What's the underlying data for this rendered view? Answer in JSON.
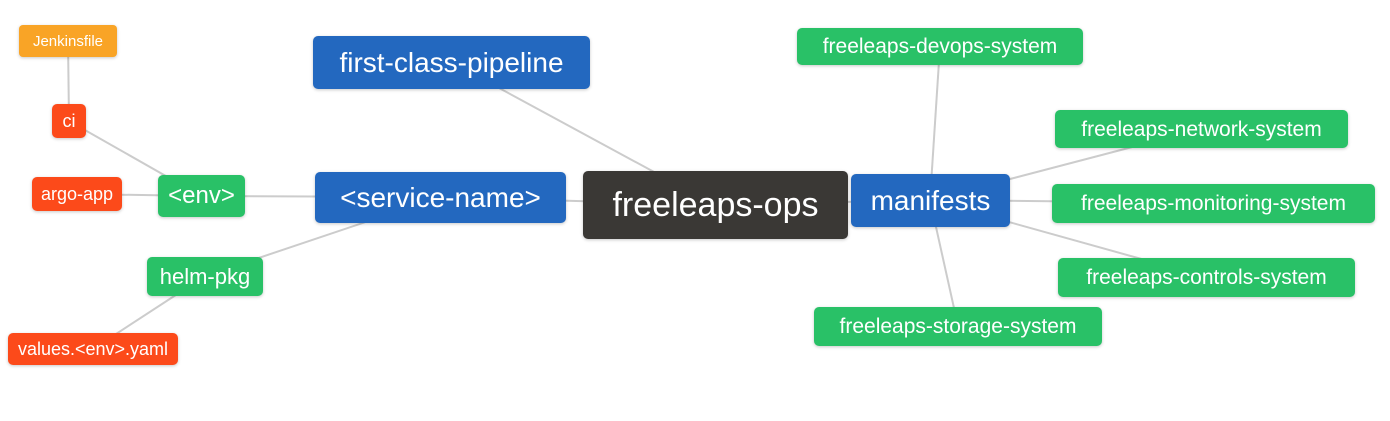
{
  "diagram": {
    "type": "mindmap",
    "root_label": "freeleaps-ops",
    "colors": {
      "root_bg": "#3a3835",
      "branch_bg": "#2368bf",
      "leaf_green_bg": "#29c167",
      "leaf_red_bg": "#fc4a1a",
      "leaf_orange_bg": "#f9a426",
      "edge": "#cccccc",
      "text": "#ffffff",
      "background": "#ffffff"
    },
    "nodes": [
      {
        "id": "jenkinsfile",
        "label": "Jenkinsfile",
        "color": "orange"
      },
      {
        "id": "ci",
        "label": "ci",
        "color": "red"
      },
      {
        "id": "argo-app",
        "label": "argo-app",
        "color": "red"
      },
      {
        "id": "env",
        "label": "<env>",
        "color": "green"
      },
      {
        "id": "helm-pkg",
        "label": "helm-pkg",
        "color": "green"
      },
      {
        "id": "values-env-yaml",
        "label": "values.<env>.yaml",
        "color": "red"
      },
      {
        "id": "first-class-pipeline",
        "label": "first-class-pipeline",
        "color": "blue"
      },
      {
        "id": "service-name",
        "label": "<service-name>",
        "color": "blue"
      },
      {
        "id": "freeleaps-ops",
        "label": "freeleaps-ops",
        "color": "dark"
      },
      {
        "id": "manifests",
        "label": "manifests",
        "color": "blue"
      },
      {
        "id": "freeleaps-devops-system",
        "label": "freeleaps-devops-system",
        "color": "green"
      },
      {
        "id": "freeleaps-network-system",
        "label": "freeleaps-network-system",
        "color": "green"
      },
      {
        "id": "freeleaps-monitoring-system",
        "label": "freeleaps-monitoring-system",
        "color": "green"
      },
      {
        "id": "freeleaps-controls-system",
        "label": "freeleaps-controls-system",
        "color": "green"
      },
      {
        "id": "freeleaps-storage-system",
        "label": "freeleaps-storage-system",
        "color": "green"
      }
    ],
    "edges": [
      [
        "jenkinsfile",
        "ci"
      ],
      [
        "ci",
        "env"
      ],
      [
        "argo-app",
        "env"
      ],
      [
        "env",
        "service-name"
      ],
      [
        "helm-pkg",
        "service-name"
      ],
      [
        "values-env-yaml",
        "helm-pkg"
      ],
      [
        "service-name",
        "freeleaps-ops"
      ],
      [
        "first-class-pipeline",
        "freeleaps-ops"
      ],
      [
        "freeleaps-ops",
        "manifests"
      ],
      [
        "manifests",
        "freeleaps-devops-system"
      ],
      [
        "manifests",
        "freeleaps-network-system"
      ],
      [
        "manifests",
        "freeleaps-monitoring-system"
      ],
      [
        "manifests",
        "freeleaps-controls-system"
      ],
      [
        "manifests",
        "freeleaps-storage-system"
      ]
    ]
  }
}
